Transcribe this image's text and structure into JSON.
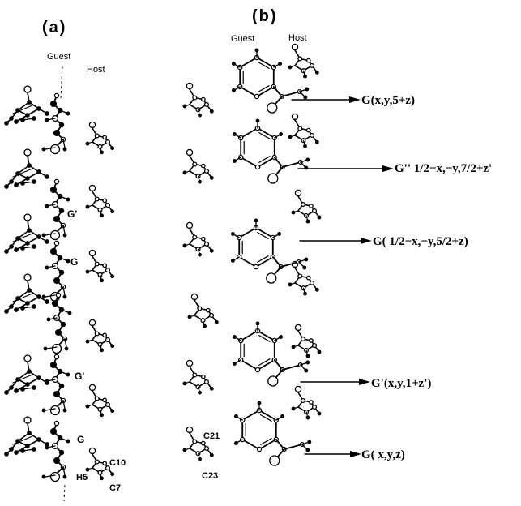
{
  "panels": {
    "a": "(a)",
    "b": "(b)"
  },
  "headers": {
    "a_guest": "Guest",
    "a_host": "Host",
    "b_guest": "Guest",
    "b_host": "Host"
  },
  "a_labels": [
    "G'",
    "G",
    "G'",
    "G"
  ],
  "atoms": {
    "c21": "C21",
    "c23": "C23",
    "c10": "C10",
    "h5": "H5",
    "c7": "C7"
  },
  "arrows": [
    "G(x,y,5+z)",
    "G'' 1/2−x,−y,7/2+z'",
    "G( 1/2−x,−y,5/2+z)",
    "G'(x,y,1+z')",
    "G( x,y,z)"
  ]
}
